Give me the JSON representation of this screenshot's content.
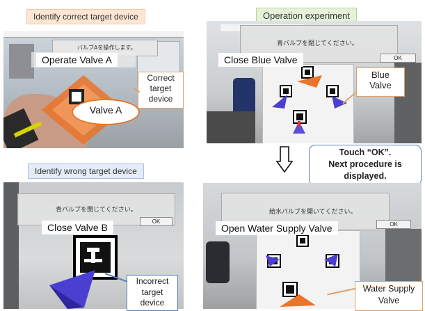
{
  "headers": {
    "tl": "Identify correct target device",
    "tr": "Operation experiment",
    "bl": "Identify wrong target device"
  },
  "panel_tl": {
    "dialog_msg": "バルブAを操作します。",
    "instruction": "Operate Valve A",
    "valve_label": "Valve A",
    "callout": "Correct\ntarget\ndevice"
  },
  "panel_tr": {
    "dialog_msg": "青バルブを閉じてください。",
    "ok": "OK",
    "instruction": "Close Blue Valve",
    "callout": "Blue\nValve"
  },
  "panel_bl": {
    "dialog_msg": "青バルブを閉じてください。",
    "ok": "OK",
    "instruction": "Close Valve B",
    "callout": "Incorrect\ntarget\ndevice"
  },
  "panel_br": {
    "dialog_msg": "給水バルブを開いてください。",
    "ok": "OK",
    "instruction": "Open Water Supply Valve",
    "callout": "Water Supply\nValve"
  },
  "touch_note": "Touch “OK”.\nNext procedure is\ndisplayed.",
  "colors": {
    "header_orange_bg": "#fde6d4",
    "header_green_bg": "#e6f1d9",
    "header_blue_bg": "#e3ecf8",
    "callout_border": "#5b7fb7",
    "valve_orange": "#e9742a",
    "valve_blue": "#4a3fd0"
  }
}
